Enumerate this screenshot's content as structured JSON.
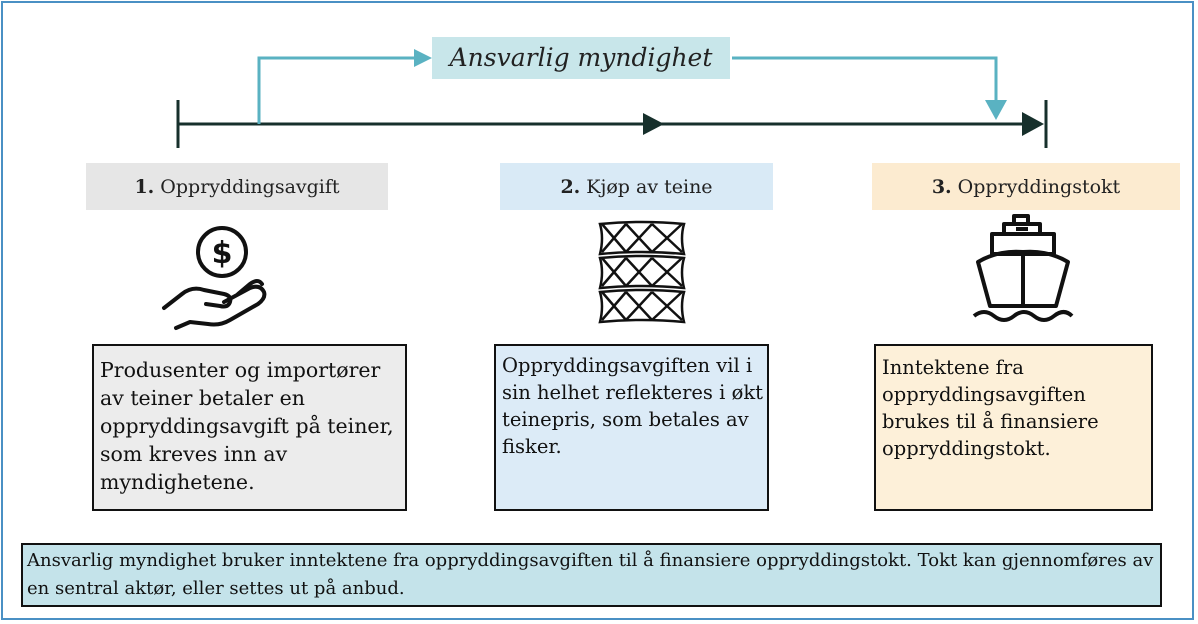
{
  "authority_label": "Ansvarlig myndighet",
  "steps": [
    {
      "number": "1.",
      "title": "Oppryddingsavgift",
      "icon": "hand-coin-icon",
      "description": "Produsenter og importører av teiner betaler en oppryddingsavgift på teiner, som kreves inn av myndighetene."
    },
    {
      "number": "2.",
      "title": "Kjøp av teine",
      "icon": "net-trap-icon",
      "description": "Oppryddingsavgiften vil i sin helhet reflekteres i økt teinepris, som betales av fisker."
    },
    {
      "number": "3.",
      "title": "Oppryddingstokt",
      "icon": "ship-icon",
      "description": "Inntektene fra oppryddingsavgiften brukes til å finansiere oppryddingstokt."
    }
  ],
  "summary": "Ansvarlig myndighet bruker inntektene fra oppryddingsavgiften til å finansiere oppryddingstokt. Tokt kan gjennomføres av en sentral aktør, eller settes ut på anbud.",
  "colors": {
    "timeline": "#17302c",
    "authority_arrow": "#5ab2c2",
    "frame": "#4a90c4",
    "step1": "#e6e6e6",
    "step2": "#d9eaf6",
    "step3": "#fcebd0",
    "summary_bg": "#c4e3ea"
  }
}
